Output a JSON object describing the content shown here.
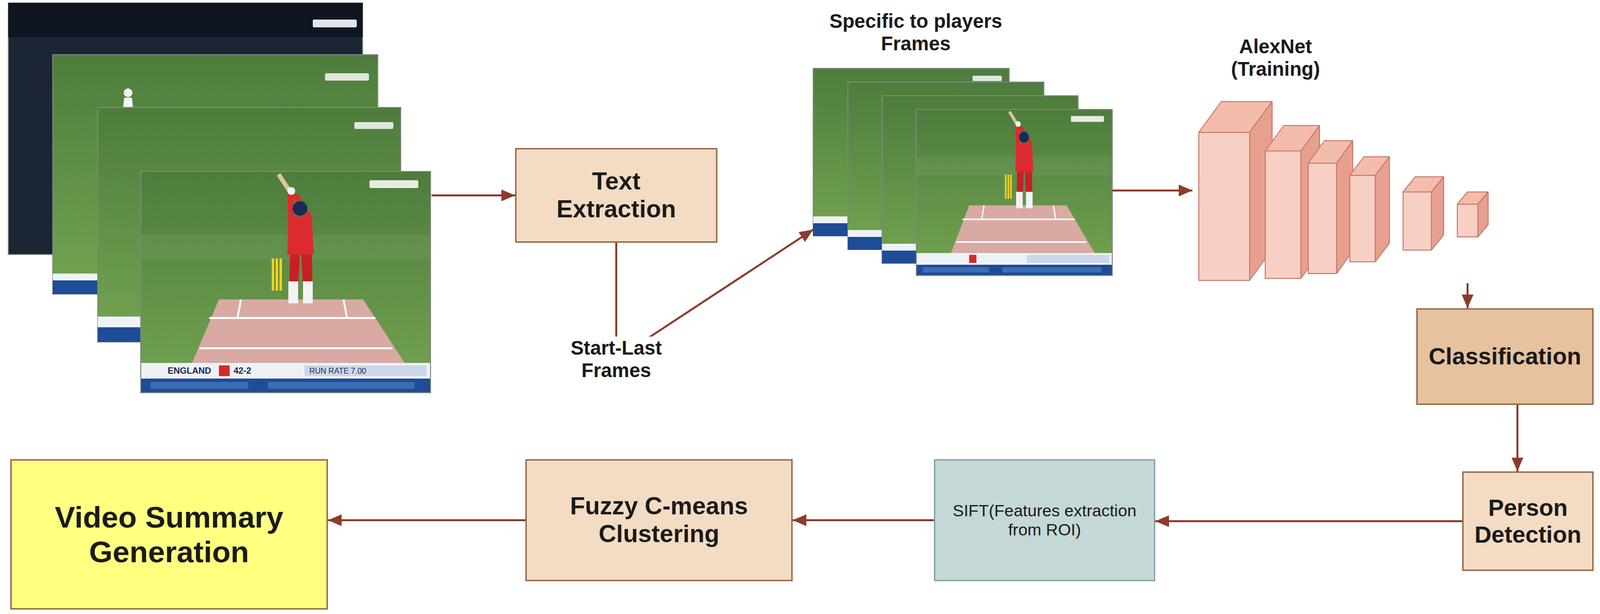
{
  "diagram": {
    "nodes": [
      {
        "text": [
          "ENGLAND",
          "42-2",
          "RUN RATE 7.00"
        ]
      },
      {
        "text": [
          "Text Extraction"
        ]
      },
      {
        "text": [
          "Specific to players Frames"
        ]
      },
      {
        "text": [
          "AlexNet (Training)"
        ]
      },
      {
        "text": [
          "Classification"
        ]
      },
      {
        "text": [
          "Person Detection"
        ]
      },
      {
        "text": [
          "SIFT(Features extraction from ROI)"
        ]
      },
      {
        "text": [
          "Fuzzy C-means Clustering"
        ]
      },
      {
        "text": [
          "Video Summary Generation"
        ]
      }
    ],
    "edges": [
      {
        "from": 0,
        "to": 1,
        "arrow": "to"
      },
      {
        "from": 1,
        "to": 2,
        "label": "Start-Last Frames",
        "arrow": "to"
      },
      {
        "from": 2,
        "to": 3,
        "arrow": "to"
      },
      {
        "from": 3,
        "to": 4,
        "arrow": "to"
      },
      {
        "from": 4,
        "to": 5,
        "arrow": "to"
      },
      {
        "from": 5,
        "to": 6,
        "arrow": "to"
      },
      {
        "from": 6,
        "to": 7,
        "arrow": "to"
      },
      {
        "from": 7,
        "to": 8,
        "arrow": "to"
      }
    ]
  }
}
